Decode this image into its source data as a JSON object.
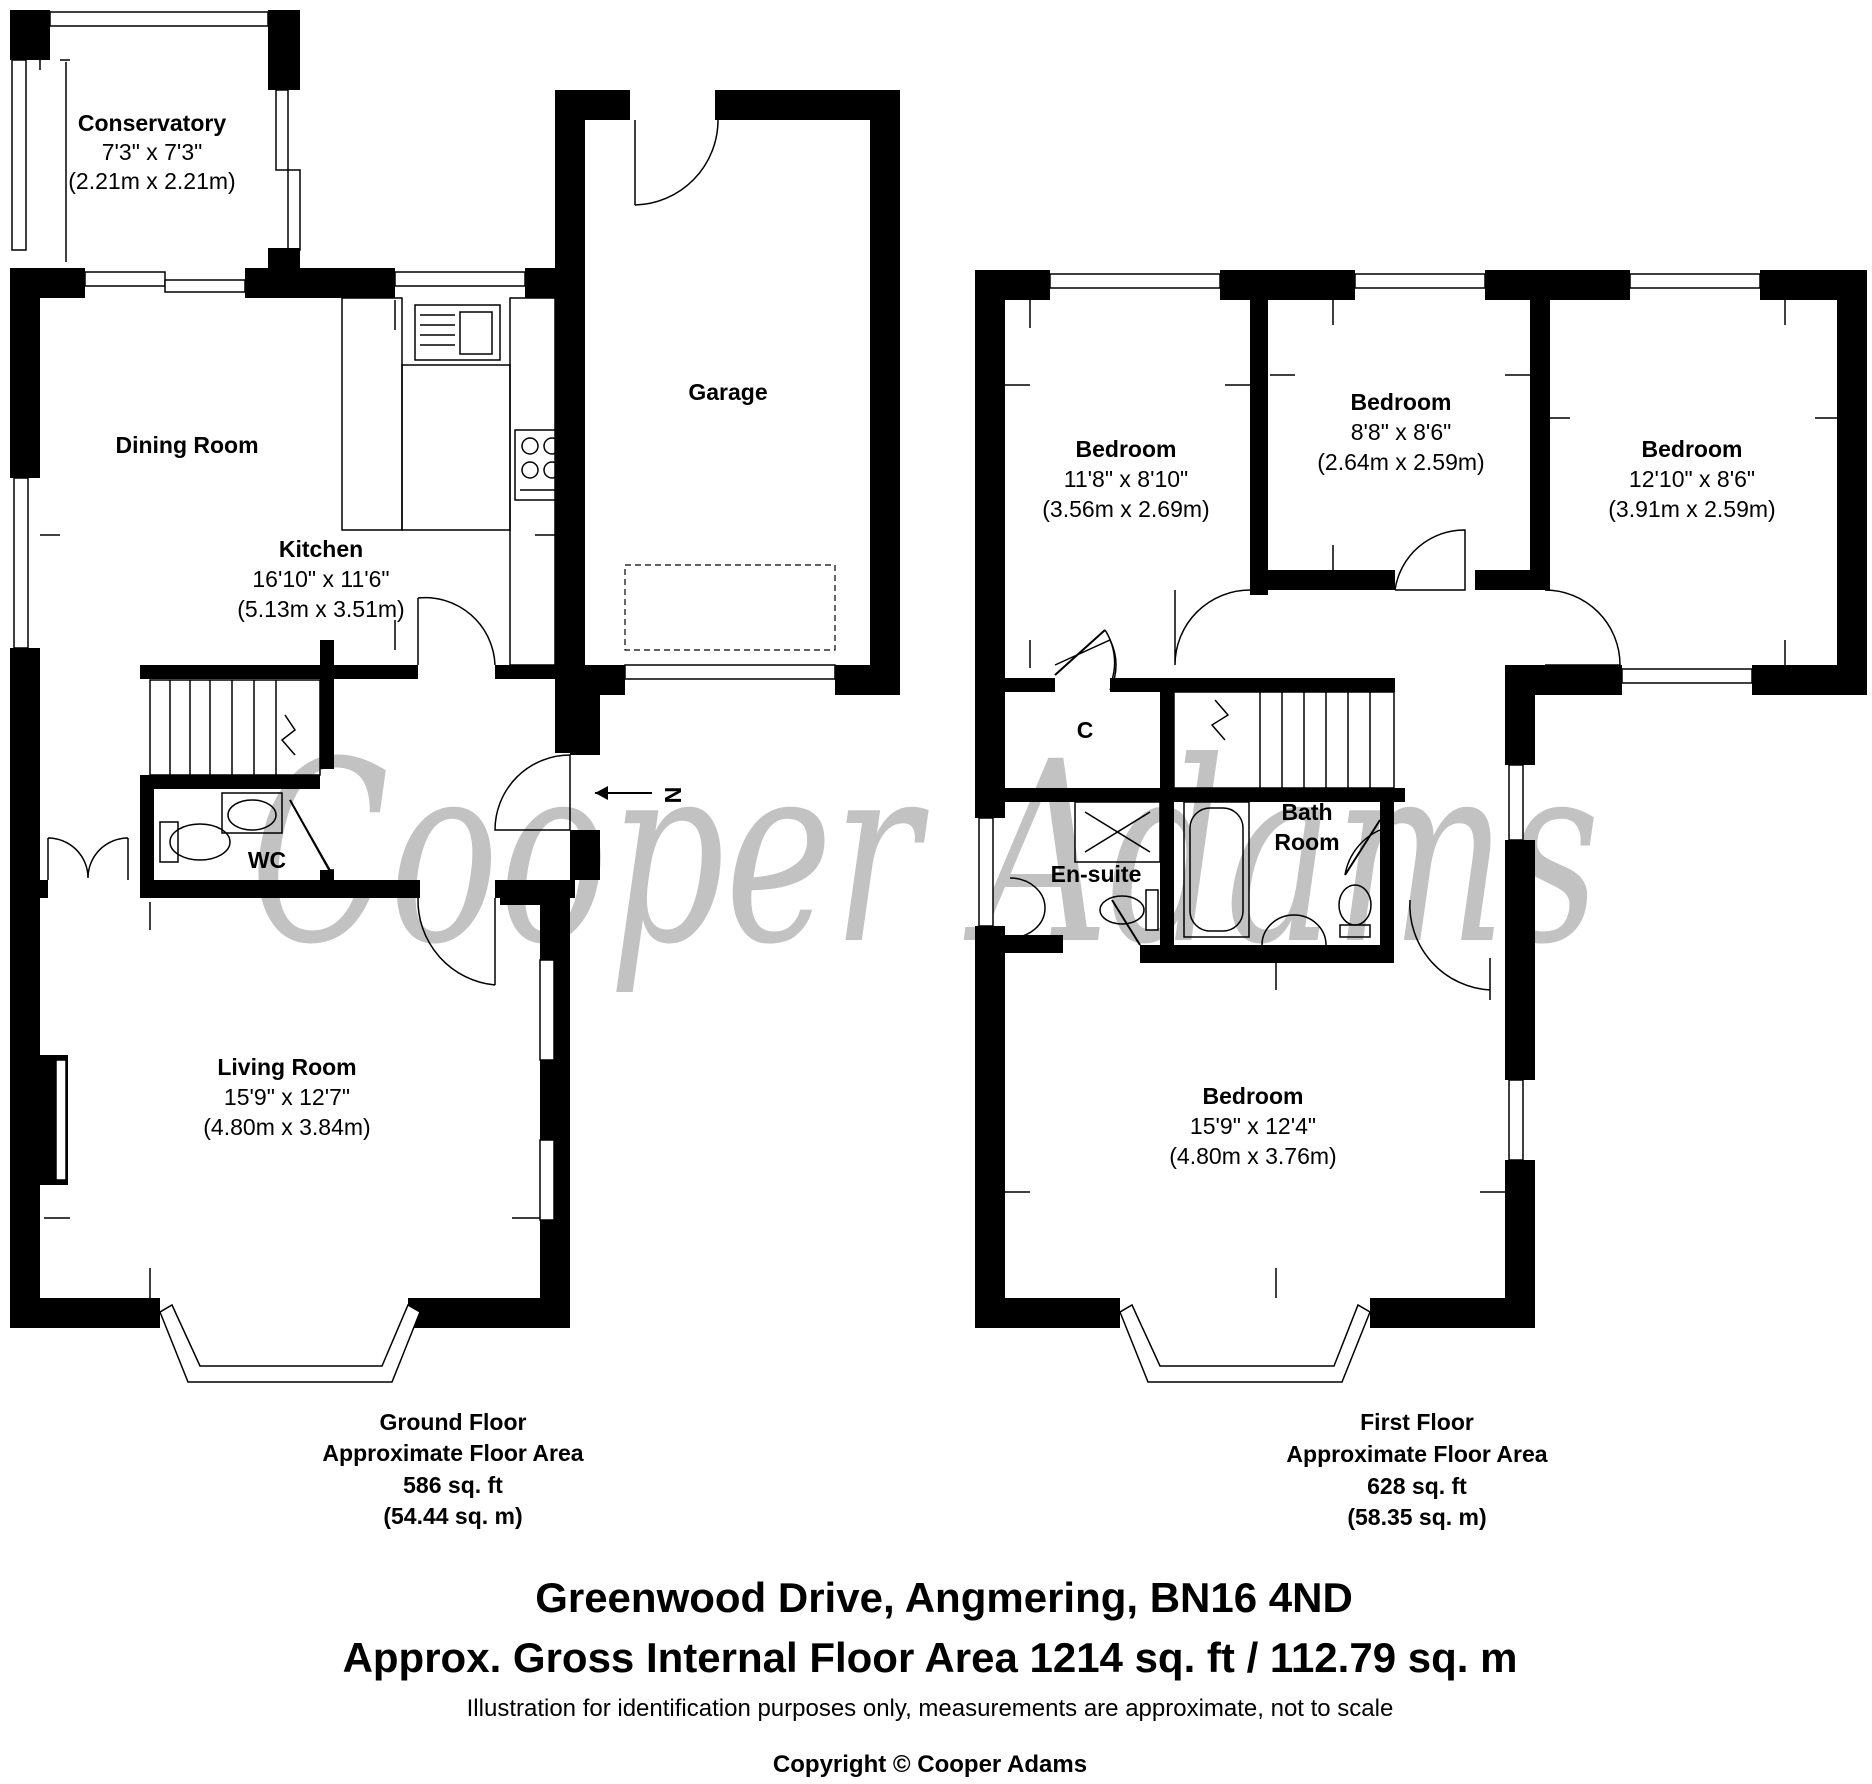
{
  "watermark": "Cooper Adams",
  "north_label": "N",
  "rooms": [
    {
      "id": "conservatory",
      "name": "Conservatory",
      "imperial": "7'3\" x 7'3\"",
      "metric": "(2.21m x 2.21m)"
    },
    {
      "id": "dining",
      "name": "Dining Room",
      "imperial": "",
      "metric": ""
    },
    {
      "id": "kitchen",
      "name": "Kitchen",
      "imperial": "16'10\" x 11'6\"",
      "metric": "(5.13m x 3.51m)"
    },
    {
      "id": "garage",
      "name": "Garage",
      "imperial": "",
      "metric": ""
    },
    {
      "id": "wc",
      "name": "WC",
      "imperial": "",
      "metric": ""
    },
    {
      "id": "living",
      "name": "Living Room",
      "imperial": "15'9\" x 12'7\"",
      "metric": "(4.80m x 3.84m)"
    },
    {
      "id": "bed1",
      "name": "Bedroom",
      "imperial": "11'8\" x 8'10\"",
      "metric": "(3.56m x 2.69m)"
    },
    {
      "id": "bed2",
      "name": "Bedroom",
      "imperial": "8'8\" x 8'6\"",
      "metric": "(2.64m x 2.59m)"
    },
    {
      "id": "bed3",
      "name": "Bedroom",
      "imperial": "12'10\" x 8'6\"",
      "metric": "(3.91m x 2.59m)"
    },
    {
      "id": "cupboard",
      "name": "C",
      "imperial": "",
      "metric": ""
    },
    {
      "id": "bath1",
      "name": "Bath",
      "imperial": "",
      "metric": ""
    },
    {
      "id": "bath2",
      "name": "Room",
      "imperial": "",
      "metric": ""
    },
    {
      "id": "ensuite",
      "name": "En-suite",
      "imperial": "",
      "metric": ""
    },
    {
      "id": "bed4",
      "name": "Bedroom",
      "imperial": "15'9\" x 12'4\"",
      "metric": "(4.80m x 3.76m)"
    }
  ],
  "floors": [
    {
      "id": "ground",
      "lines": [
        "Ground Floor",
        "Approximate Floor Area",
        "586 sq. ft",
        "(54.44 sq. m)"
      ]
    },
    {
      "id": "first",
      "lines": [
        "First Floor",
        "Approximate Floor Area",
        "628 sq. ft",
        "(58.35 sq. m)"
      ]
    }
  ],
  "address": "Greenwood Drive, Angmering, BN16 4ND",
  "gross_area": "Approx. Gross Internal Floor Area 1214 sq. ft / 112.79 sq. m",
  "disclaimer": "Illustration for identification purposes only, measurements are approximate, not to scale",
  "copyright": "Copyright © Cooper Adams"
}
